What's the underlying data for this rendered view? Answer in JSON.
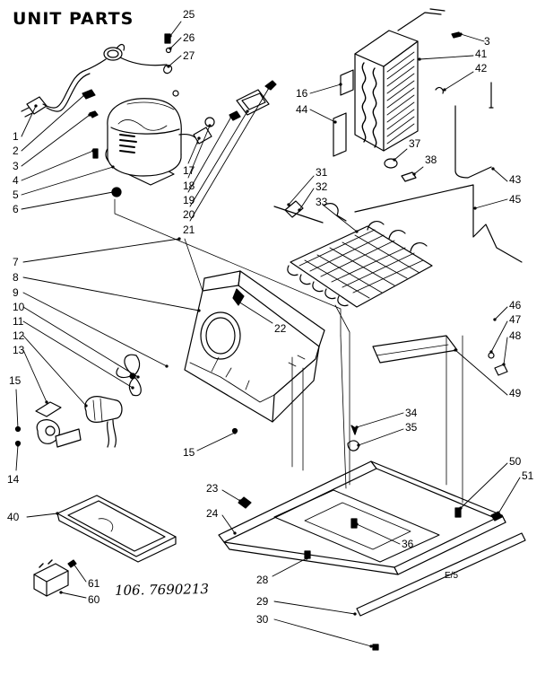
{
  "title": "UNIT PARTS",
  "callouts": [
    {
      "n": "1"
    },
    {
      "n": "2"
    },
    {
      "n": "3"
    },
    {
      "n": "4"
    },
    {
      "n": "5"
    },
    {
      "n": "6"
    },
    {
      "n": "7"
    },
    {
      "n": "8"
    },
    {
      "n": "9"
    },
    {
      "n": "10"
    },
    {
      "n": "11"
    },
    {
      "n": "12"
    },
    {
      "n": "13"
    },
    {
      "n": "14"
    },
    {
      "n": "15"
    },
    {
      "n": "15"
    },
    {
      "n": "16"
    },
    {
      "n": "17"
    },
    {
      "n": "18"
    },
    {
      "n": "19"
    },
    {
      "n": "20"
    },
    {
      "n": "21"
    },
    {
      "n": "22"
    },
    {
      "n": "23"
    },
    {
      "n": "24"
    },
    {
      "n": "25"
    },
    {
      "n": "26"
    },
    {
      "n": "27"
    },
    {
      "n": "28"
    },
    {
      "n": "29"
    },
    {
      "n": "30"
    },
    {
      "n": "31"
    },
    {
      "n": "32"
    },
    {
      "n": "33"
    },
    {
      "n": "34"
    },
    {
      "n": "35"
    },
    {
      "n": "36"
    },
    {
      "n": "37"
    },
    {
      "n": "38"
    },
    {
      "n": "3"
    },
    {
      "n": "40"
    },
    {
      "n": "41"
    },
    {
      "n": "42"
    },
    {
      "n": "43"
    },
    {
      "n": "44"
    },
    {
      "n": "45"
    },
    {
      "n": "46"
    },
    {
      "n": "47"
    },
    {
      "n": "48"
    },
    {
      "n": "49"
    },
    {
      "n": "50"
    },
    {
      "n": "51"
    },
    {
      "n": "60"
    },
    {
      "n": "61"
    }
  ],
  "page_code": "E/5",
  "document_number": "106. 7690213"
}
